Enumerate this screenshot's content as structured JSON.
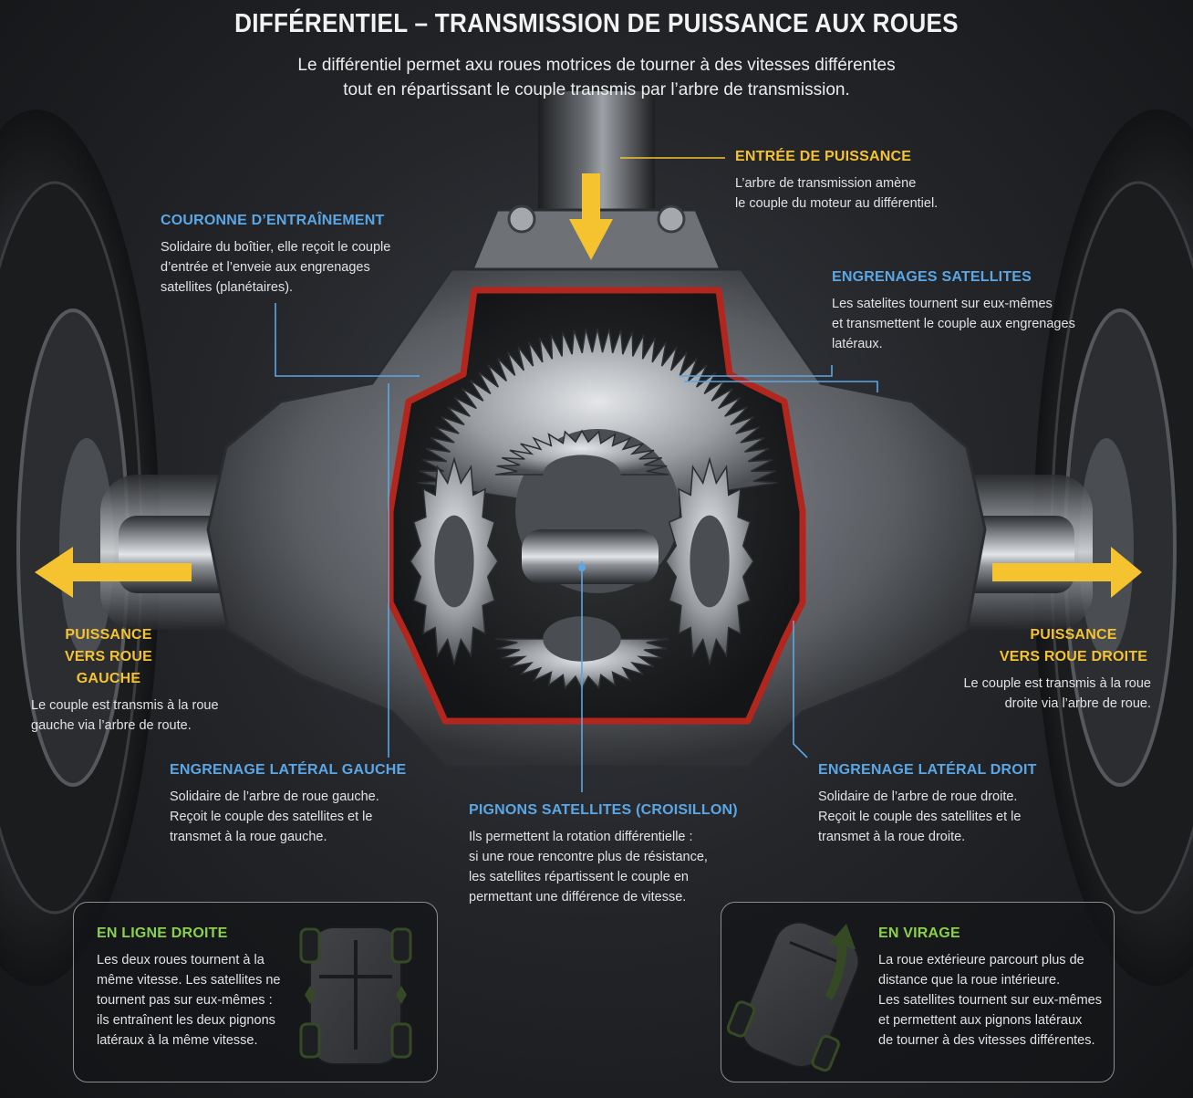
{
  "title": "DIFFÉRENTIEL – TRANSMISSION DE PUISSANCE AUX ROUES",
  "subtitle": "Le différentiel permet axu roues motrices de tourner à des vitesses différentes\ntout en répartissant le couple transmis par l’arbre de transmission.",
  "colors": {
    "accent_blue": "#5ba7e6",
    "accent_yellow": "#f5c230",
    "accent_green": "#8bd04a",
    "housing_red": "#b3261e"
  },
  "labels": {
    "power_input": {
      "heading": "ENTRÉE DE PUISSANCE",
      "text": "L’arbre de transmission amène\nle couple du moteur au différentiel."
    },
    "ring_gear": {
      "heading": "COURONNE D’ENTRAÎNEMENT",
      "text": "Solidaire du boîtier, elle reçoit le couple\nd’entrée et l’enveie aux engrenages\nsatellites (planétaires)."
    },
    "planet_gears": {
      "heading": "ENGRENAGES SATELLITES",
      "text": "Les satelites tournent sur eux-mêmes\net transmettent le couple aux engrenages\nlatéraux."
    },
    "left_output": {
      "heading_line1": "PUISSANCE",
      "heading_line2": "VERS ROUE GAUCHE",
      "text": "Le couple est transmis à la roue\ngauche via l’arbre de route."
    },
    "right_output": {
      "heading_line1": "PUISSANCE",
      "heading_line2": "VERS ROUE DROITE",
      "text": "Le couple est transmis à la roue\ndroite via l’arbre de roue."
    },
    "left_side_gear": {
      "heading": "ENGRENAGE LATÉRAL GAUCHE",
      "text": "Solidaire de l’arbre de roue gauche.\nReçoit le couple des satellites et le\ntransmet à la roue gauche."
    },
    "spider_gears": {
      "heading": "PIGNONS SATELLITES (CROISILLON)",
      "text": "Ils permettent la rotation différentielle :\nsi une roue rencontre plus de résistance,\nles satellites répartissent le couple en\npermettant une différence de vitesse."
    },
    "right_side_gear": {
      "heading": "ENGRENAGE LATÉRAL DROIT",
      "text": "Solidaire de l’arbre de roue droite.\nReçoit le couple des satellites et le\ntransmet à la roue droite."
    }
  },
  "cards": {
    "straight": {
      "heading": "EN LIGNE DROITE",
      "text": "Les deux roues tournent à la\nmême vitesse. Les satellites ne\ntournent pas sur eux-mêmes :\nils entraînent les deux pignons\nlatéraux à la même vitesse."
    },
    "turn": {
      "heading": "EN VIRAGE",
      "text": "La roue extérieure parcourt plus de\ndistance que la roue intérieure.\nLes satellites tournent sur eux-mêmes\net permettent aux pignons latéraux\nde tourner à des vitesses différentes."
    }
  }
}
